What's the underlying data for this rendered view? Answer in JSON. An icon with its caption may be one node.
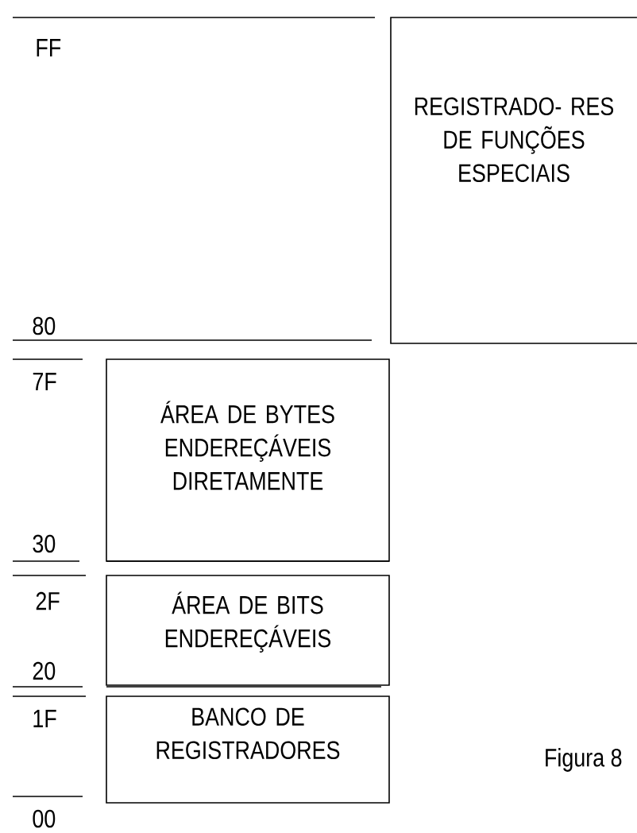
{
  "diagram": {
    "nodes": [
      {
        "text": [
          "REGISTRADO- RES DE FUNÇÕES ESPECIAIS"
        ]
      },
      {
        "text": [
          "ÁREA DE BYTES ENDEREÇÁVEIS DIRETAMENTE"
        ]
      },
      {
        "text": [
          "ÁREA DE BITS ENDEREÇÁVEIS"
        ]
      },
      {
        "text": [
          "BANCO DE REGISTRADORES"
        ]
      }
    ],
    "labels": [
      "FF",
      "80",
      "7F",
      "30",
      "2F",
      "20",
      "1F",
      "00",
      "Figura 8"
    ]
  }
}
